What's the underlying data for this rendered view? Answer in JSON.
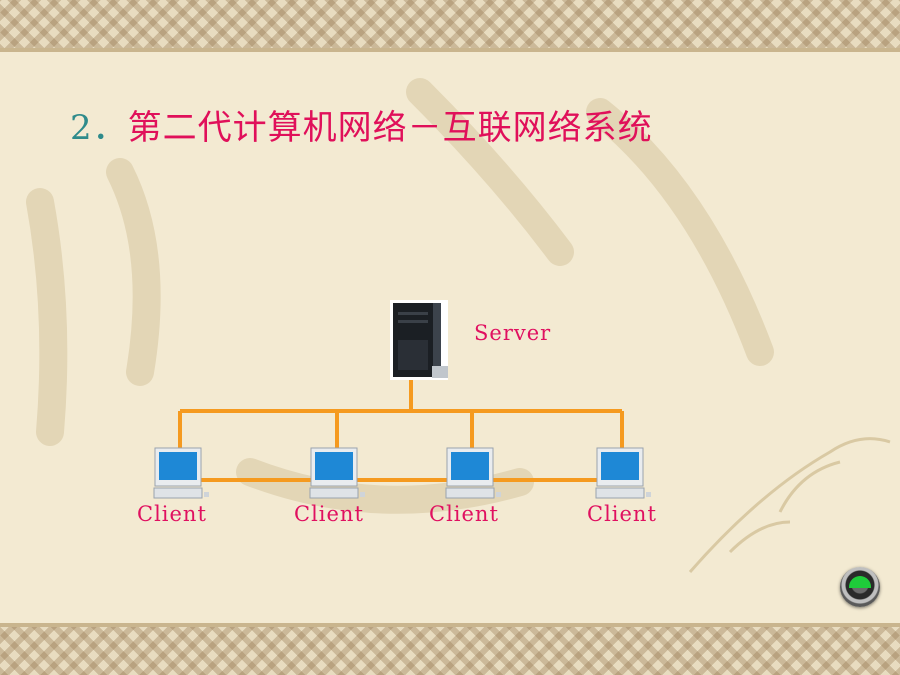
{
  "slide": {
    "title_number": "2．",
    "title_text": "第二代计算机网络－互联网络系统"
  },
  "diagram": {
    "server_label": "Server",
    "clients": [
      {
        "label": "Client"
      },
      {
        "label": "Client"
      },
      {
        "label": "Client"
      },
      {
        "label": "Client"
      }
    ],
    "colors": {
      "link": "#f59a1f",
      "label": "#e01060",
      "title": "#e0105a",
      "title_number": "#2e8b8b"
    }
  },
  "nav": {
    "icon": "nav-circle-icon"
  }
}
